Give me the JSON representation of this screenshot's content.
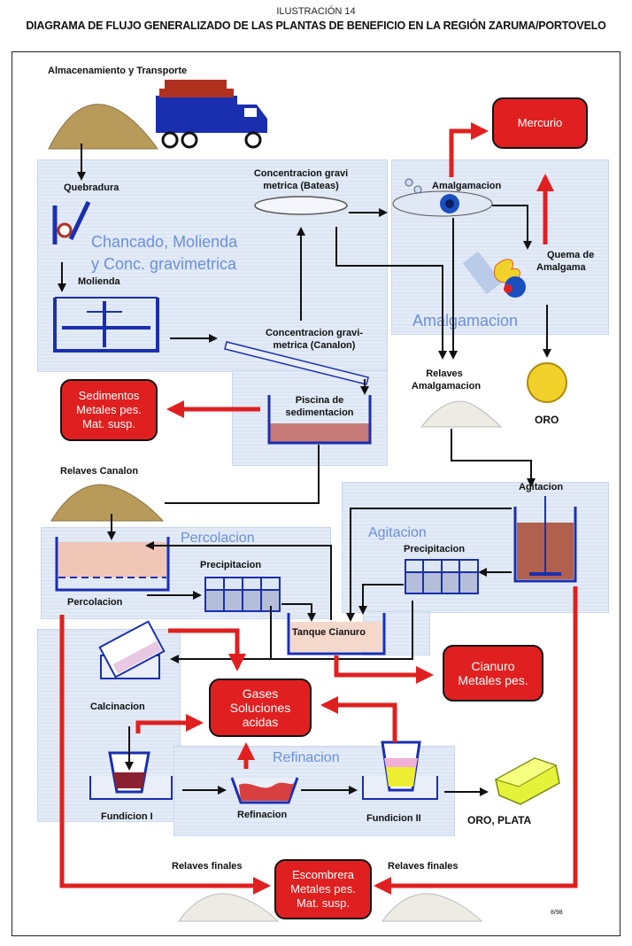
{
  "header": {
    "figure_number": "ILUSTRACIÓN 14",
    "title": "DIAGRAMA DE FLUJO GENERALIZADO DE LAS PLANTAS DE BENEFICIO EN LA REGIÓN ZARUMA/PORTOVELO"
  },
  "zones": {
    "chancado_line1": "Chancado, Molienda",
    "chancado_line2": "y Conc. gravimetrica",
    "amalgamacion": "Amalgamacion",
    "percolacion": "Percolacion",
    "agitacion": "Agitacion",
    "refinacion": "Refinacion"
  },
  "labels": {
    "almacenamiento": "Almacenamiento y Transporte",
    "quebradura": "Quebradura",
    "molienda": "Molienda",
    "conc_bateas_1": "Concentracion gravi",
    "conc_bateas_2": "metrica (Bateas)",
    "conc_canalon_1": "Concentracion gravi-",
    "conc_canalon_2": "metrica (Canalon)",
    "amalgamacion_step": "Amalgamacion",
    "quema_1": "Quema de",
    "quema_2": "Amalgama",
    "relaves_amalg_1": "Relaves",
    "relaves_amalg_2": "Amalgamacion",
    "oro": "ORO",
    "piscina_1": "Piscina de",
    "piscina_2": "sedimentacion",
    "relaves_canalon": "Relaves Canalon",
    "agitacion_step": "Agitacion",
    "precipitacion_left": "Precipitacion",
    "precipitacion_right": "Precipitacion",
    "percolacion_step": "Percolacion",
    "tanque_cianuro": "Tanque Cianuro",
    "calcinacion": "Calcinacion",
    "fundicion_1": "Fundicion I",
    "refinacion_step": "Refinacion",
    "fundicion_2": "Fundicion II",
    "oro_plata": "ORO, PLATA",
    "relaves_finales_left": "Relaves finales",
    "relaves_finales_right": "Relaves finales",
    "page_code": "8/98"
  },
  "outputs": {
    "mercurio": "Mercurio",
    "sedimentos": [
      "Sedimentos",
      "Metales pes.",
      "Mat. susp."
    ],
    "cianuro": [
      "Cianuro",
      "Metales pes."
    ],
    "gases": [
      "Gases",
      "Soluciones",
      "acidas"
    ],
    "escombrera": [
      "Escombrera",
      "Metales pes.",
      "Mat. susp."
    ]
  },
  "colors": {
    "flow_arrow": "#111111",
    "emission_arrow": "#e02020",
    "output_box": "#e02020",
    "zone_fill": "#dde6f4",
    "zone_title": "#6b8fdc",
    "equipment_outline": "#1a2fb0",
    "ore_pile": "#b89a5a",
    "tailings_pile": "#ecebe4",
    "gold": "#f2d22a",
    "gold_bar": "#e4f23a"
  }
}
